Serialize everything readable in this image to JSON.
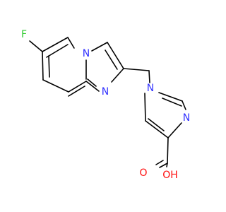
{
  "molecule": {
    "atoms": [
      {
        "id": "F",
        "symbol": "F",
        "color": "#33cc33"
      },
      {
        "id": "N1",
        "symbol": "N",
        "color": "#3333ff"
      },
      {
        "id": "N2",
        "symbol": "N",
        "color": "#3333ff"
      },
      {
        "id": "N3",
        "symbol": "N",
        "color": "#3333ff"
      },
      {
        "id": "N4",
        "symbol": "N",
        "color": "#3333ff"
      },
      {
        "id": "O1",
        "symbol": "O",
        "color": "#ff0d0d"
      },
      {
        "id": "O2",
        "symbol": "OH",
        "color": "#ff0d0d"
      }
    ],
    "bond_color": "#000000"
  }
}
